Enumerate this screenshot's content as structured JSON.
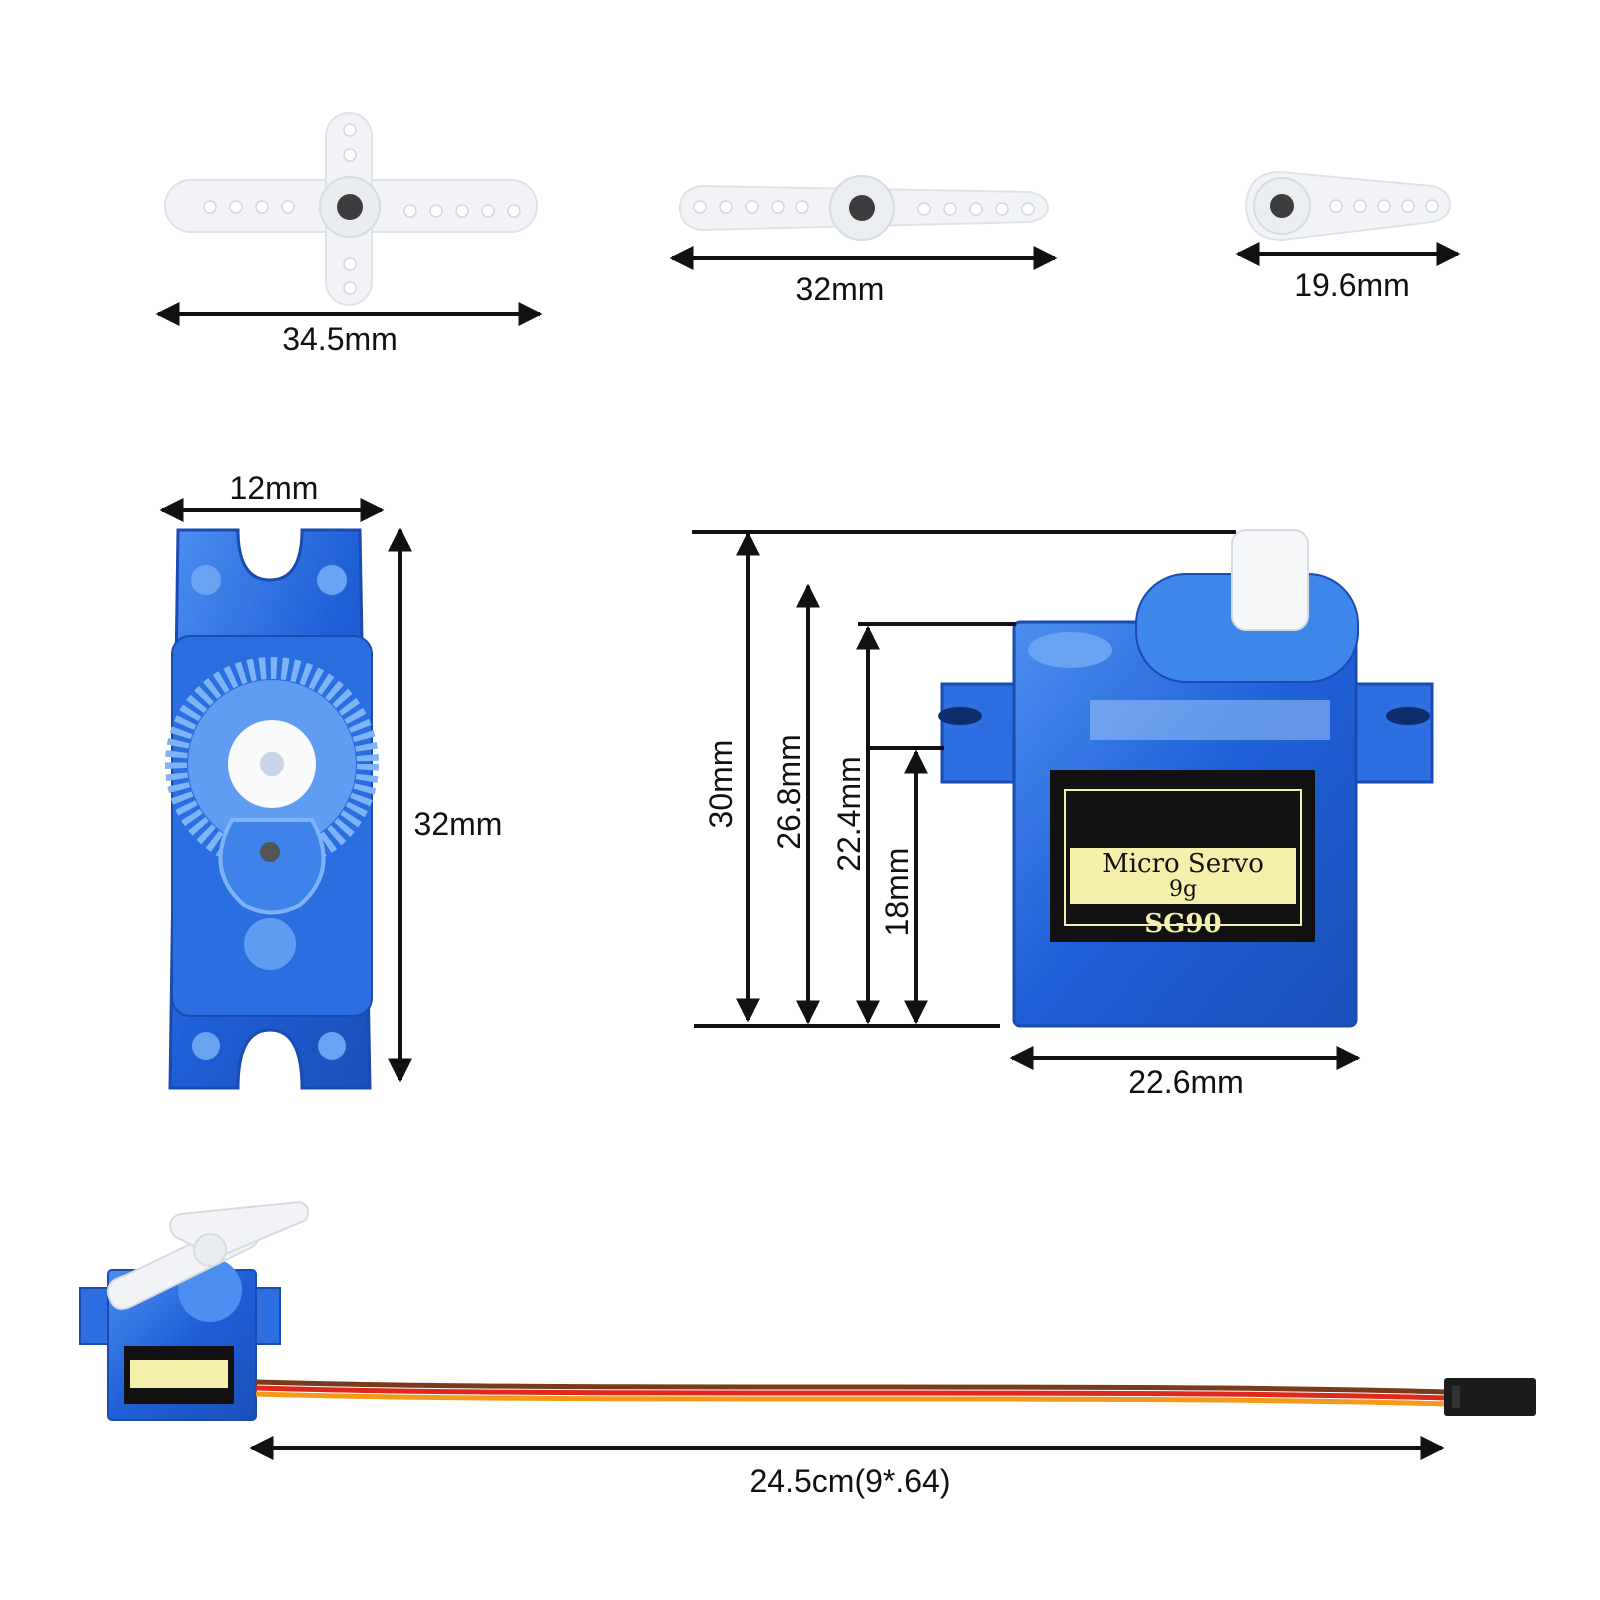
{
  "dimensions": {
    "horn_cross": "34.5mm",
    "horn_double": "32mm",
    "horn_single": "19.6mm",
    "top_width": "12mm",
    "top_length": "32mm",
    "height_total": "30mm",
    "height_mount": "26.8mm",
    "height_body_top": "22.4mm",
    "height_tab": "18mm",
    "body_width": "22.6mm",
    "cable_length": "24.5cm(9*.64)"
  },
  "label": {
    "line1": "Micro Servo",
    "line2": "9g",
    "model": "SG90"
  },
  "colors": {
    "servo_blue": "#1f5fd6",
    "servo_light": "#5f9cf2",
    "horn_white": "#f1f3f6",
    "label_yellow": "#f4efaa",
    "wire_brown": "#7a3b1a",
    "wire_red": "#e0281e",
    "wire_orange": "#f39a1a"
  }
}
